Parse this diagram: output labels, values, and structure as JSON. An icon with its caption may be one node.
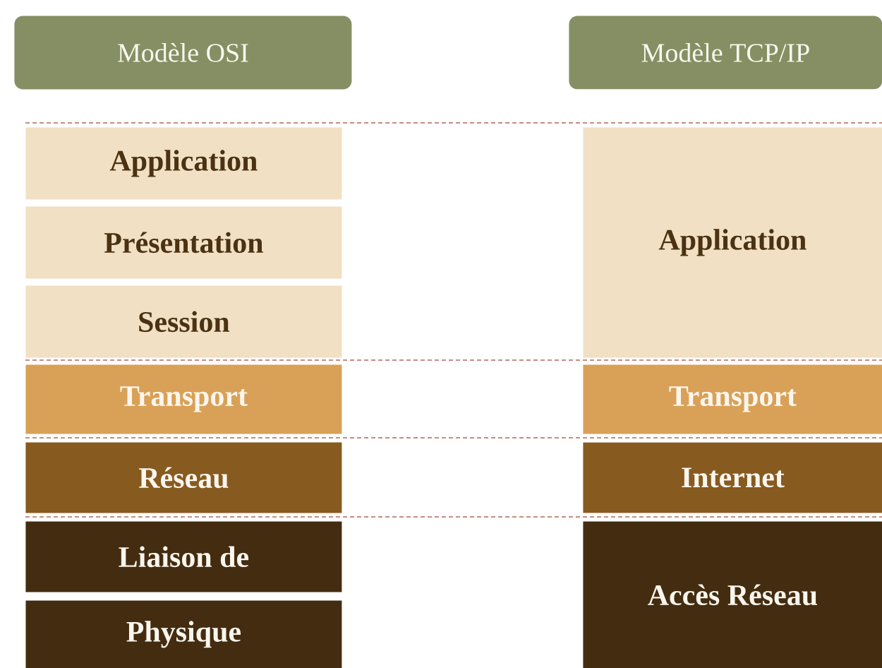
{
  "diagram": {
    "nodes": [
      {
        "text": [
          "Modèle OSI"
        ]
      },
      {
        "text": [
          "Modèle TCP/IP"
        ]
      },
      {
        "text": [
          "Application"
        ]
      },
      {
        "text": [
          "Présentation"
        ]
      },
      {
        "text": [
          "Session"
        ]
      },
      {
        "text": [
          "Transport"
        ]
      },
      {
        "text": [
          "Réseau"
        ]
      },
      {
        "text": [
          "Liaison de"
        ]
      },
      {
        "text": [
          "Physique"
        ]
      },
      {
        "text": [
          "Application"
        ]
      },
      {
        "text": [
          "Transport"
        ]
      },
      {
        "text": [
          "Internet"
        ]
      },
      {
        "text": [
          "Accès Réseau"
        ]
      }
    ]
  }
}
